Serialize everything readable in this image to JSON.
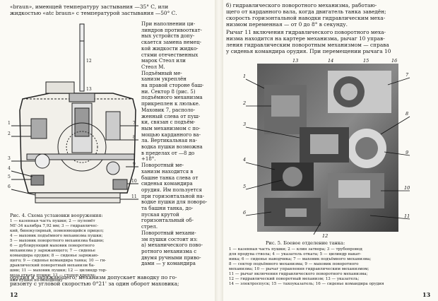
{
  "left_page": {
    "top_lines": [
      "«braun», имеющей температуру застывания —35° С, или",
      "жидкостью «atc braun» с температурой застывания —50° С."
    ],
    "side_lines": [
      "При наполнении ци-",
      "линдров противооткат-",
      "ных устройств допу-",
      "скается замена немец-",
      "кой жидкости жидко-",
      "стями отечественных",
      "марок Стеол или",
      "Стеол М.",
      "Подъёмный ме-",
      "ханизм укреплён",
      "на правой стороне баш-",
      "ни. Сектор 8 (рис. 5)",
      "подъёмного механизма",
      "прикреплен к люльке.",
      "Маховик 7, располо-",
      "женный слева от пуш-",
      "ки, связан с подъём-",
      "ным механизмом с по-",
      "мощью карданного ва-",
      "ла. Вертикальная на-",
      "водка пушки возможна",
      "в пределах от —8 до",
      "+18°.",
      "Поворотный ме-",
      "ханизм находится в",
      "башне танка слева от",
      "сиденья командира",
      "орудия. Им пользуется",
      "при горизонтальной на-",
      "водке пушки для поворо-",
      "та башни танка, до-",
      "пуская крутой",
      "горизонтальный об-",
      "стрел.",
      "Поворотный механи-",
      "зм пушки состоит из:",
      "а) механического пово-",
      "ротного механизма с",
      "двумя ручными приво-",
      "дами — у командира",
      "орудия и заряжающего; механизм допускает наводку по го-",
      "ризонту с угловой скоростью 0°21' за один оборот маховика;"
    ],
    "caption_title": "Рис. 4.",
    "caption_lines": [
      "Рис. 4. Схема установки вооружения:",
      "1 — казенная часть пушки; 2 — пулемёт",
      "МГ-34 калибра 7,92 мм; 3 — гидравличес-",
      "кий, бинокулярный, поменяющийся прицел;",
      "4 — маховик подъёмного механизма пушки;",
      "5 — маховик поворотного механизма башни;",
      "6 — дублирующий маховик поворотного",
      "механизма у заряжающего; 7 — сиденье",
      "командира орудия; 8 — сиденье заряжаю-",
      "щего; 9 — сиденье командира танка; 10 — ги-",
      "дравлический поворотный механизм ба-",
      "шни; 11 — маховик пушки; 12 — цилиндр тор-",
      "моза отката пушки; 13 — стопор крепле-",
      "ния пушки по-походному"
    ],
    "page_number": "12",
    "figure_labels": [
      "1",
      "2",
      "3",
      "4",
      "5",
      "6",
      "7",
      "8",
      "9",
      "10",
      "11",
      "12",
      "13"
    ]
  },
  "right_page": {
    "top_lines": [
      "б) гидравлического поворотного механизма, работаю-",
      "щего от карданного вала, когда двигатель танка заведён;",
      "скорость горизонтальной наводки гидравлическим меха-",
      "низмом переменная — от 0 до 8° в секунду.",
      "Рычаг 11 включения гидравлического поворотного меха-",
      "низма находится на картере механизма, рычаг 10 управ-",
      "ления гидравлическим поворотным механизмом — справа",
      "у сиденья командира орудия. При перемещении рычага 10"
    ],
    "caption_lines": [
      "Рис. 5. Боевое отделение танка:",
      "1 — казенная часть пушки; 2 — клин затвора; 3 — трубопровод",
      "для продува ствола; 4 — указатель отката; 5 — цилиндр накат-",
      "ника; 6 — сиденье наводчика; 7 — маховик подъёмного механизма;",
      "8 — сектор подъёмного механизма; 9 — маховик поворотного",
      "механизма; 10 — рычаг управления гидравлическим механизмом;",
      "11 — рычаг включения гидравлического поворотного механизма;",
      "12 — гидравлический поворотный механизм; 13 — указатель;",
      "14 — электроспуск; 15 — тахоуказатель; 16 — сиденье командира орудия"
    ],
    "page_number": "13",
    "figure_labels": [
      "1",
      "2",
      "3",
      "4",
      "5",
      "6",
      "7",
      "8",
      "9",
      "10",
      "11",
      "12",
      "13",
      "14",
      "15",
      "16"
    ]
  }
}
